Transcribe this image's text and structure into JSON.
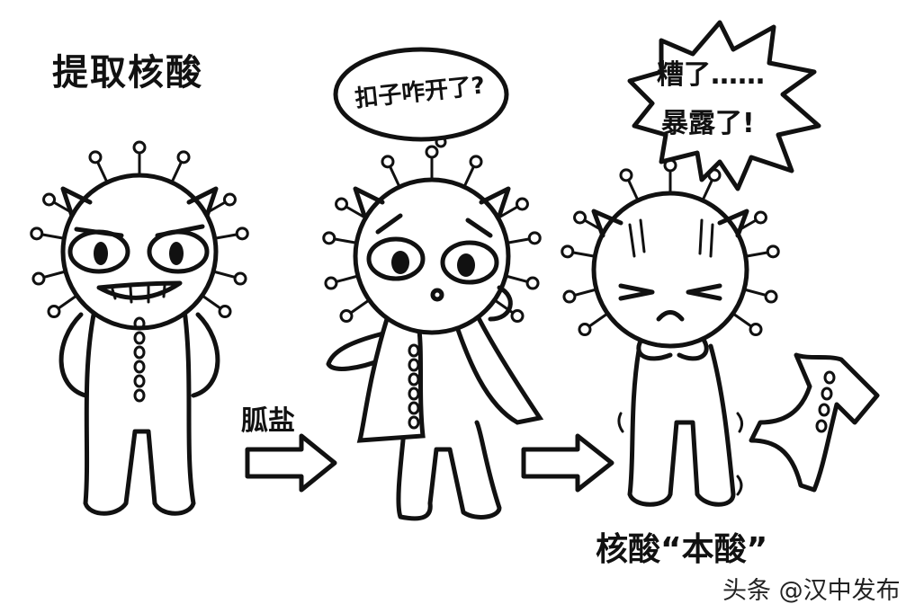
{
  "title": "提取核酸",
  "thought_bubble": "扣子咋开了?",
  "shout_bubble": {
    "line1": "糟了……",
    "line2": "暴露了!"
  },
  "arrow_label": "胍盐",
  "caption": "核酸“本酸”",
  "watermark": "头条 @汉中发布",
  "colors": {
    "ink": "#111111",
    "background": "#ffffff"
  }
}
